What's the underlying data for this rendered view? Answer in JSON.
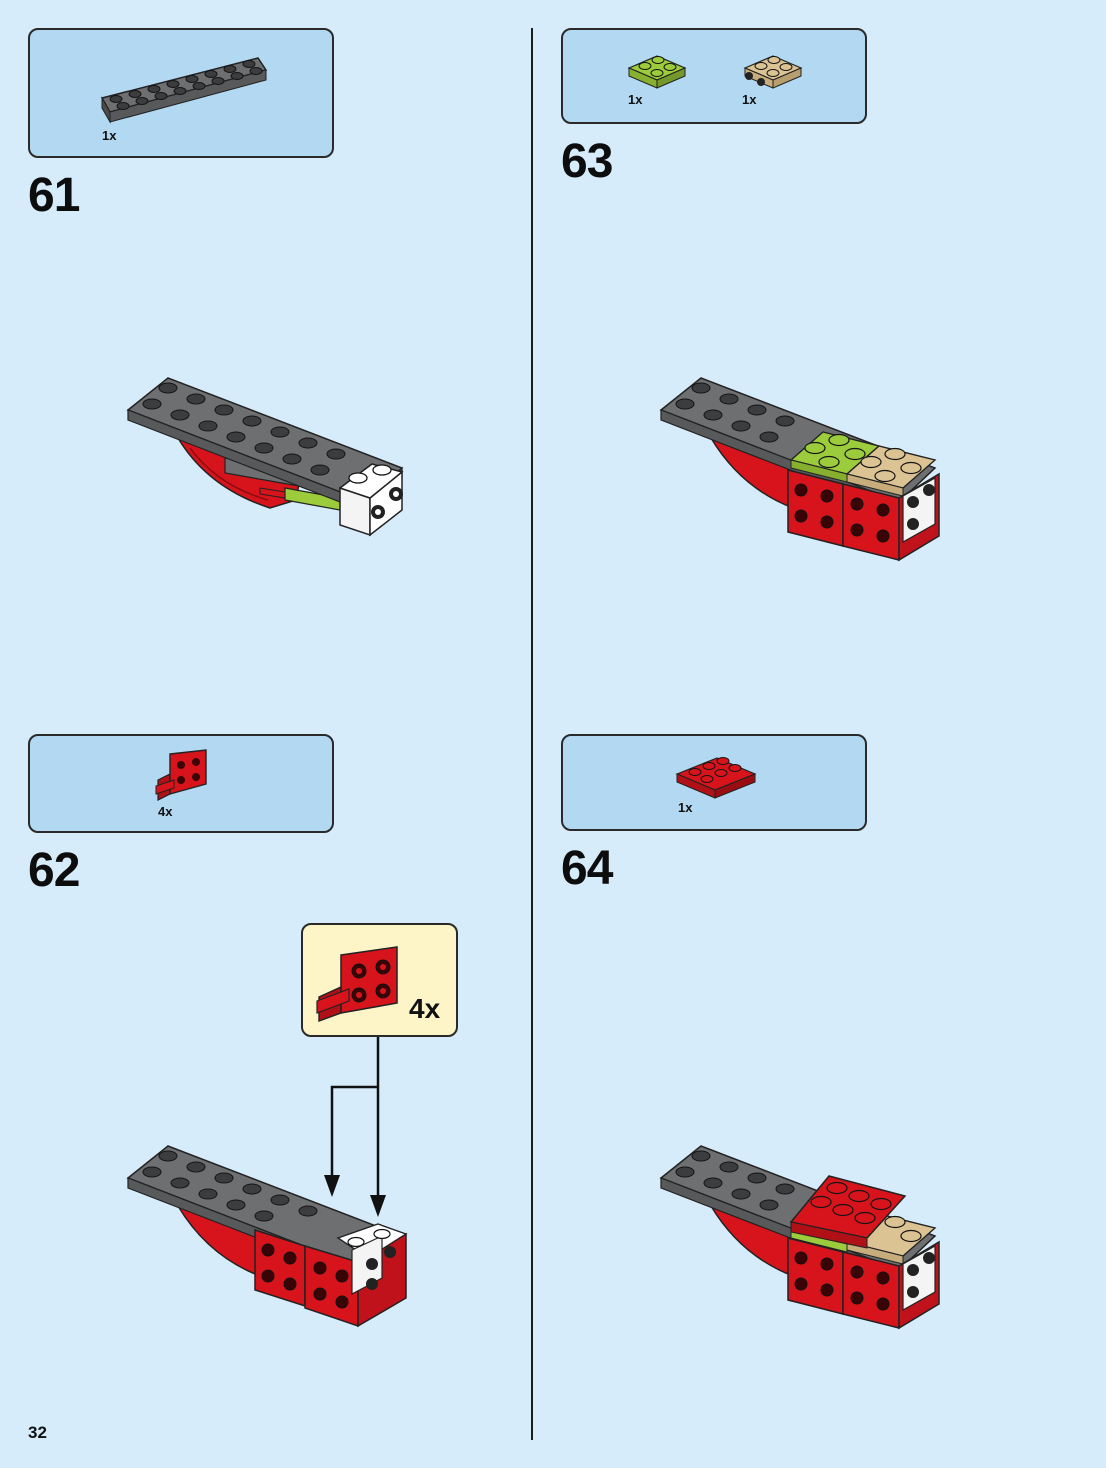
{
  "page": {
    "number": "32"
  },
  "colors": {
    "background": "#d6ecfb",
    "parts_box": "#b3d8f2",
    "callout": "#fdf4c8",
    "dark_gray": "#6d6f70",
    "red": "#d7141b",
    "lime": "#9ccc3c",
    "tan": "#dcc394",
    "white": "#ffffff"
  },
  "steps": [
    {
      "number": "61",
      "parts": [
        {
          "name": "dark-gray-plate-2x8",
          "qty": "1x"
        }
      ]
    },
    {
      "number": "62",
      "parts": [
        {
          "name": "red-bracket-1x2-2x2",
          "qty": "4x"
        }
      ],
      "callout": {
        "part": "red-bracket-1x2-2x2",
        "qty": "4x"
      }
    },
    {
      "number": "63",
      "parts": [
        {
          "name": "lime-plate-2x2",
          "qty": "1x"
        },
        {
          "name": "tan-plate-2x2-with-side-studs",
          "qty": "1x"
        }
      ]
    },
    {
      "number": "64",
      "parts": [
        {
          "name": "red-plate-2x3",
          "qty": "1x"
        }
      ]
    }
  ]
}
